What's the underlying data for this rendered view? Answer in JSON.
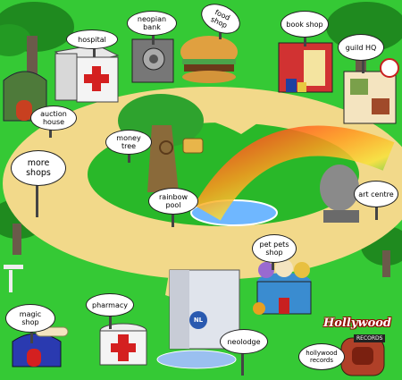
{
  "map": {
    "locations": [
      {
        "id": "hospital",
        "label": "hospital"
      },
      {
        "id": "neopian-bank",
        "label": "neopian bank"
      },
      {
        "id": "food-shop",
        "label": "food shop"
      },
      {
        "id": "book-shop",
        "label": "book shop"
      },
      {
        "id": "guild-hq",
        "label": "guild HQ"
      },
      {
        "id": "auction-house",
        "label": "auction house"
      },
      {
        "id": "money-tree",
        "label": "money tree"
      },
      {
        "id": "more-shops",
        "label": "more shops"
      },
      {
        "id": "rainbow-pool",
        "label": "rainbow pool"
      },
      {
        "id": "art-centre",
        "label": "art centre"
      },
      {
        "id": "pet-pets-shop",
        "label": "pet pets shop"
      },
      {
        "id": "magic-shop",
        "label": "magic shop"
      },
      {
        "id": "pharmacy",
        "label": "pharmacy"
      },
      {
        "id": "neolodge",
        "label": "neolodge"
      },
      {
        "id": "hollywood-records",
        "label": "hollywood records"
      }
    ],
    "hollywood_sign": {
      "title": "Hollywood",
      "subtitle": "RECORDS"
    },
    "neolodge_badge": "NL"
  },
  "colors": {
    "grass": "#33cc33",
    "path": "#f2d98a",
    "path_inner": "#1fae1f",
    "water": "#6fb7ff"
  },
  "icons": [
    "hospital-building-icon",
    "bank-vault-icon",
    "hamburger-icon",
    "book-shop-building-icon",
    "guild-hq-icon",
    "auction-hut-icon",
    "money-tree-icon",
    "rainbow-icon",
    "art-statue-icon",
    "pet-pets-icon",
    "magic-shop-hut-icon",
    "pharmacy-building-icon",
    "neolodge-building-icon",
    "hollywood-records-jukebox-icon"
  ]
}
